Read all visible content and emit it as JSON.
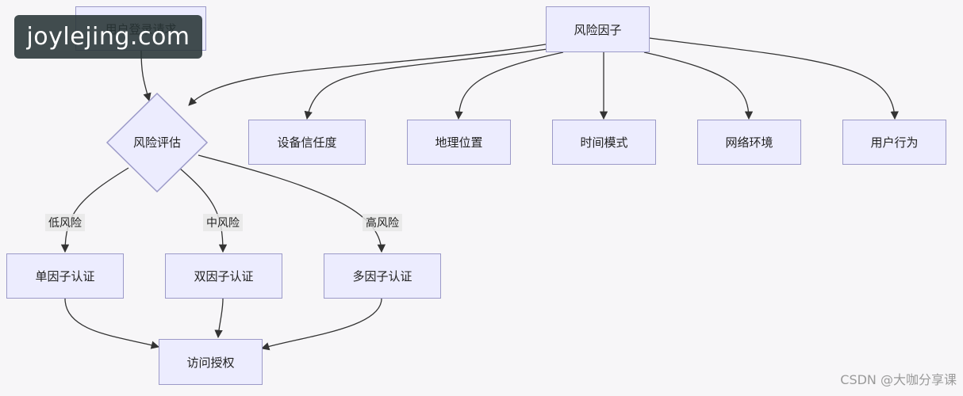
{
  "diagram": {
    "nodes": {
      "login_request": "用户登录请求",
      "risk_factors": "风险因子",
      "risk_assessment": "风险评估",
      "device_trust": "设备信任度",
      "geo_location": "地理位置",
      "time_pattern": "时间模式",
      "network_env": "网络环境",
      "user_behavior": "用户行为",
      "single_factor": "单因子认证",
      "two_factor": "双因子认证",
      "multi_factor": "多因子认证",
      "access_grant": "访问授权"
    },
    "edge_labels": {
      "low_risk": "低风险",
      "mid_risk": "中风险",
      "high_risk": "高风险"
    }
  },
  "overlay": {
    "watermark": "joylejing.com",
    "credit": "CSDN @大咖分享课"
  },
  "colors": {
    "node_fill": "#ececfe",
    "node_border": "#9c9ac8",
    "edge": "#333333",
    "background": "#f7f6f8"
  }
}
